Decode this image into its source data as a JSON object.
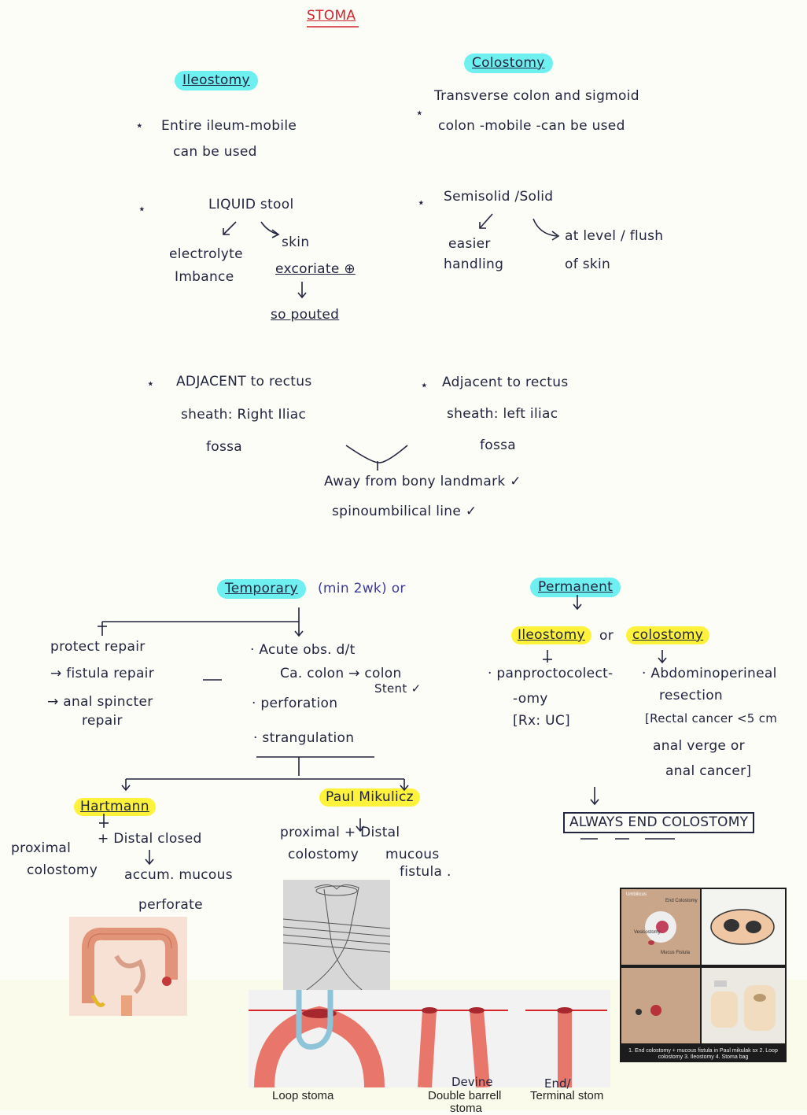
{
  "title": "STOMA",
  "ileostomy": {
    "heading": "Ileostomy",
    "p1a": "Entire ileum-mobile",
    "p1b": "can be used",
    "p2": "LIQUID stool",
    "b1a": "electrolyte",
    "b1b": "Imbance",
    "b2a": "skin",
    "b2b": "excoriate ⊕",
    "b2c": "so pouted",
    "p3a": "ADJACENT to rectus",
    "p3b": "sheath: Right Iliac",
    "p3c": "fossa"
  },
  "colostomy": {
    "heading": "Colostomy",
    "p1a": "Transverse colon and sigmoid",
    "p1b": "colon -mobile -can be used",
    "p2": "Semisolid /Solid",
    "b1a": "easier",
    "b1b": "handling",
    "b2a": "at level / flush",
    "b2b": "of skin",
    "p3a": "Adjacent to rectus",
    "p3b": "sheath: left iliac",
    "p3c": "fossa"
  },
  "common": {
    "l1": "Away from bony landmark ✓",
    "l2": "spinoumbilical line ✓"
  },
  "temporary": {
    "heading": "Temporary",
    "note": "(min 2wk) or",
    "left1": "protect repair",
    "left2": "→ fistula repair",
    "left3a": "→ anal spincter",
    "left3b": "repair",
    "right1": "· Acute obs. d/t",
    "right2": "Ca. colon → colon",
    "right2b": "Stent ✓",
    "right3": "· perforation",
    "right4": "· strangulation"
  },
  "hartmann": {
    "heading": "Hartmann",
    "a1": "proximal",
    "a2": "colostomy",
    "b1": "+ Distal closed",
    "b2": "accum. mucous",
    "b3": "perforate"
  },
  "paul": {
    "heading": "Paul Mikulicz",
    "a1": "proximal + Distal",
    "a2": "colostomy",
    "b2": "mucous",
    "b3": "fistula ."
  },
  "permanent": {
    "heading": "Permanent",
    "il": "Ileostomy",
    "or": "or",
    "col": "colostomy",
    "il1": "· panproctocolect-",
    "il2": "-omy",
    "il3": "[Rx: UC]",
    "c1": "· Abdominoperineal",
    "c2": "resection",
    "c3": "[Rectal cancer <5 cm",
    "c4": "anal verge or",
    "c5": "anal cancer]",
    "always": "ALWAYS END COLOSTOMY"
  },
  "figures": {
    "loop": "Loop stoma",
    "devine": "Devine",
    "double": "Double barrell",
    "stoma": "stoma",
    "end": "End/",
    "terminal": "Terminal stom",
    "photo_caption": "1. End colostomy + mucous fistula in Paul mikulak sx 2. Loop colostomy 3. Ileostomy 4. Stoma bag",
    "lbl_umbilicus": "Umbilicus",
    "lbl_end_colostomy": "End Colostomy",
    "lbl_vesicostomy": "Vesicostomy",
    "lbl_mucus_fistula": "Mucus Fistula"
  },
  "colors": {
    "cyan": "#6ff0f0",
    "yellow": "#fff23a",
    "ink": "#22253f",
    "title_red": "#d0242c",
    "stoma_red": "#e9766a"
  }
}
